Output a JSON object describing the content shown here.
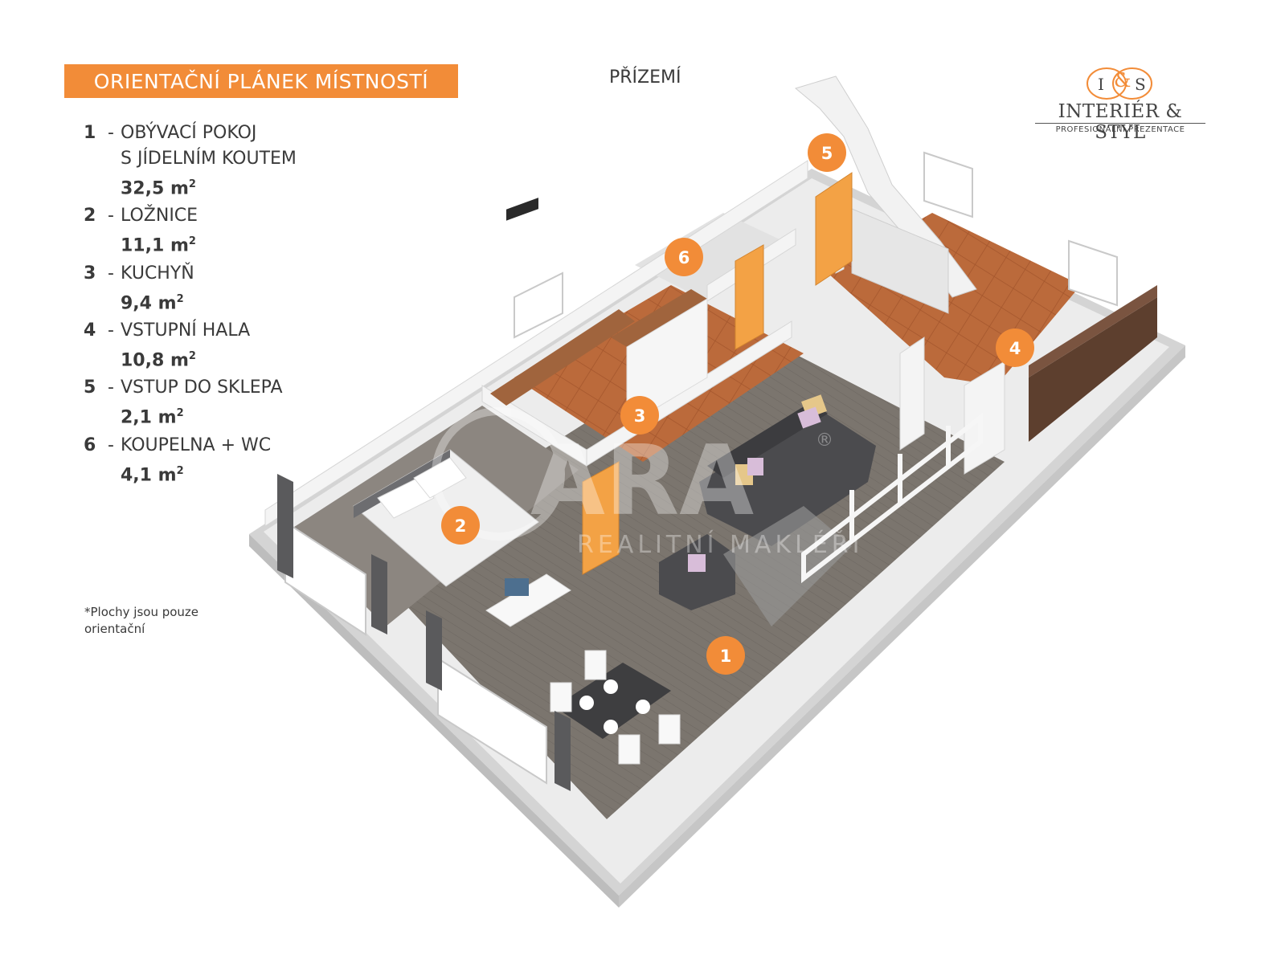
{
  "header": {
    "title": "ORIENTAČNÍ PLÁNEK MÍSTNOSTÍ",
    "floor": "PŘÍZEMÍ"
  },
  "logo": {
    "monogram_left": "I",
    "monogram_amp": "&",
    "monogram_right": "S",
    "name": "INTERIÉR & STYL",
    "tagline": "PROFESIONÁLNÍ PREZENTACE"
  },
  "legend": {
    "dash": "-",
    "unit": "m",
    "unit_sup": "2",
    "items": [
      {
        "num": "1",
        "name": "OBÝVACÍ POKOJ",
        "name2": "S JÍDELNÍM KOUTEM",
        "area": "32,5"
      },
      {
        "num": "2",
        "name": "LOŽNICE",
        "area": "11,1"
      },
      {
        "num": "3",
        "name": "KUCHYŇ",
        "area": "9,4"
      },
      {
        "num": "4",
        "name": "VSTUPNÍ HALA",
        "area": "10,8"
      },
      {
        "num": "5",
        "name": "VSTUP DO SKLEPA",
        "area": "2,1"
      },
      {
        "num": "6",
        "name": "KOUPELNA + WC",
        "area": "4,1"
      }
    ]
  },
  "note": "*Plochy jsou pouze orientační",
  "watermark": {
    "brand": "ARA",
    "reg": "®",
    "sub": "REALITNÍ MAKLÉŘI"
  },
  "badges": [
    "1",
    "2",
    "3",
    "4",
    "5",
    "6"
  ],
  "colors": {
    "accent": "#f28c38",
    "wall": "#e9e9e9",
    "floor_wood": "#7a746d",
    "floor_tile": "#b8683a",
    "sofa": "#4a4a4d"
  }
}
